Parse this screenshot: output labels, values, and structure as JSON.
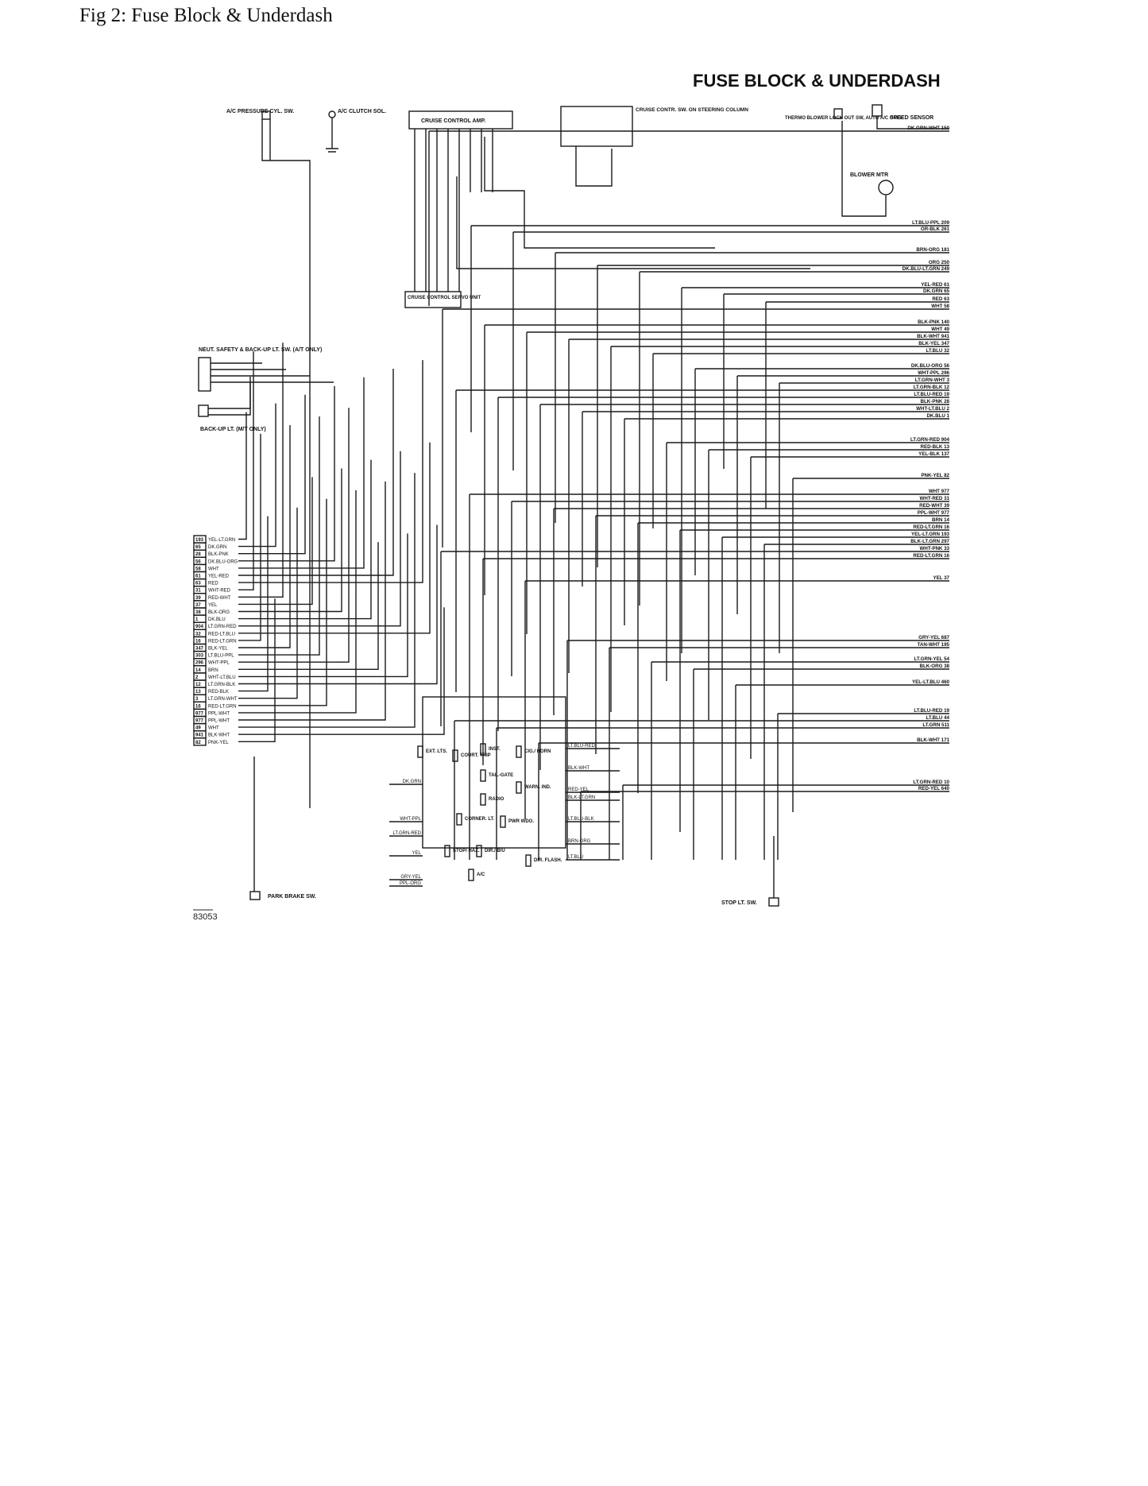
{
  "caption": "Fig 2: Fuse Block & Underdash",
  "diagram": {
    "title": "FUSE BLOCK & UNDERDASH",
    "figure_number": "83053",
    "top_components": {
      "ac_pressure": "A/C PRESSURE CYL. SW.",
      "ac_clutch": "A/C CLUTCH SOL.",
      "cruise_amp": "CRUISE CONTROL AMP.",
      "cruise_servo": "CRUISE CONTROL SERVO UNIT",
      "cruise_switch": "CRUISE CONTR. SW. ON STEERING COLUMN",
      "thermo": "THERMO BLOWER LOCK OUT SW, AUTO A/C ONLY",
      "speed_sensor": "SPEED SENSOR",
      "blower_motor": "BLOWER MTR",
      "neutral_safety": "NEUT. SAFETY & BACK-UP LT. SW. (A/T ONLY)",
      "backup_lt": "BACK-UP LT. (M/T ONLY)",
      "park_brake": "PARK BRAKE SW.",
      "stop_lt": "STOP LT. SW."
    },
    "left_connector": [
      {
        "num": "193",
        "wire": "YEL-LT.GRN"
      },
      {
        "num": "65",
        "wire": "DK.GRN"
      },
      {
        "num": "28",
        "wire": "BLK-PNK"
      },
      {
        "num": "56",
        "wire": "DK.BLU-ORG"
      },
      {
        "num": "58",
        "wire": "WHT"
      },
      {
        "num": "61",
        "wire": "YEL-RED"
      },
      {
        "num": "63",
        "wire": "RED"
      },
      {
        "num": "31",
        "wire": "WHT-RED"
      },
      {
        "num": "39",
        "wire": "RED-WHT"
      },
      {
        "num": "37",
        "wire": "YEL"
      },
      {
        "num": "38",
        "wire": "BLK-ORG"
      },
      {
        "num": "1",
        "wire": "DK.BLU"
      },
      {
        "num": "904",
        "wire": "LT.GRN-RED"
      },
      {
        "num": "32",
        "wire": "RED-LT.BLU"
      },
      {
        "num": "16",
        "wire": "RED-LT.GRN"
      },
      {
        "num": "347",
        "wire": "BLK-YEL"
      },
      {
        "num": "303",
        "wire": "LT.BLU-PPL"
      },
      {
        "num": "296",
        "wire": "WHT-PPL"
      },
      {
        "num": "14",
        "wire": "BRN"
      },
      {
        "num": "2",
        "wire": "WHT-LT.BLU"
      },
      {
        "num": "12",
        "wire": "LT.GRN-BLK"
      },
      {
        "num": "13",
        "wire": "RED-BLK"
      },
      {
        "num": "3",
        "wire": "LT.GRN-WHT"
      },
      {
        "num": "16",
        "wire": "RED-LT.GRN"
      },
      {
        "num": "977",
        "wire": "PPL-WHT"
      },
      {
        "num": "977",
        "wire": "PPL-WHT"
      },
      {
        "num": "49",
        "wire": "WHT"
      },
      {
        "num": "941",
        "wire": "BLK-WHT"
      },
      {
        "num": "82",
        "wire": "PNK-YEL"
      }
    ],
    "right_wires": [
      "DK.GRN-WHT 150",
      "LT.BLU-PPL 209",
      "OR-BLK 261",
      "BRN-ORG 181",
      "ORG 250",
      "DK.BLU-LT.GRN 249",
      "YEL-RED 61",
      "DK.GRN 65",
      "RED 63",
      "WHT 58",
      "BLK-PNK 140",
      "WHT 49",
      "BLK-WHT 941",
      "BLK-YEL 347",
      "LT.BLU 32",
      "DK.BLU-ORG 56",
      "WHT-PPL 296",
      "LT.GRN-WHT 3",
      "LT.GRN-BLK 12",
      "LT.BLU-RED 19",
      "BLK-PNK 28",
      "WHT-LT.BLU 2",
      "DK.BLU 1",
      "LT.GRN-RED 904",
      "RED-BLK 13",
      "YEL-BLK 137",
      "PNK-YEL 82",
      "WHT 977",
      "WHT-RED 31",
      "RED-WHT 39",
      "PPL-WHT 977",
      "BRN 14",
      "RED-LT.GRN 16",
      "YEL-LT.GRN 193",
      "BLK-LT.GRN 297",
      "WHT-PNK 33",
      "RED-LT.GRN 16",
      "YEL 37",
      "GRY-YEL 687",
      "TAN-WHT 195",
      "LT.GRN-YEL 54",
      "BLK-ORG 38",
      "YEL-LT.BLU 460",
      "LT.BLU-RED 19",
      "LT.BLU 44",
      "LT.GRN 511",
      "BLK-WHT 171",
      "RED-YEL 640",
      "LT.GRN-RED 10"
    ],
    "fuse_block": {
      "labels": [
        "EXT. LTS.",
        "COURT. TRIP",
        "INST.",
        "CIG./ HORN",
        "TAIL-GATE",
        "WARN. IND.",
        "RADIO",
        "CORNER. LT.",
        "PWR WDO.",
        "STOP/ HAZ.",
        "DIR./ B/U",
        "A/C",
        "DIR. FLASH."
      ],
      "wires_out": [
        "LT.BLU-RED",
        "BLK-WHT",
        "RED-YEL",
        "BLK-LT.GRN",
        "LT.BLU-BLK",
        "BRN-ORG",
        "LT.BLU",
        "DK.GRN",
        "WHT-PPL",
        "LT.GRN-RED",
        "YEL",
        "GRY-YEL",
        "PPL-ORG"
      ]
    }
  }
}
